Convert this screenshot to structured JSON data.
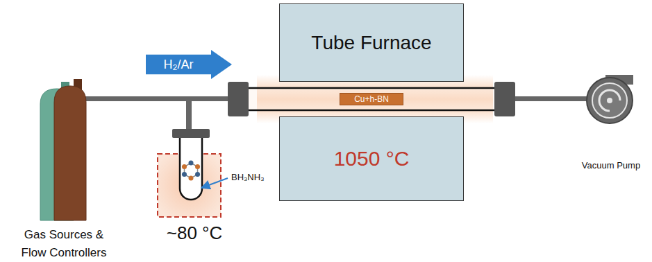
{
  "diagram": {
    "nodes": [
      {
        "text": [
          "Tube Furnace"
        ]
      },
      {
        "text": [
          "H₂/Ar"
        ]
      },
      {
        "text": [
          "Cu+h-BN"
        ]
      },
      {
        "text": [
          "1050 °C"
        ]
      }
    ],
    "labels": [
      "BH₃NH₃",
      "~80 °C",
      "Gas Sources & Flow Controllers",
      "Vacuum Pump"
    ]
  }
}
